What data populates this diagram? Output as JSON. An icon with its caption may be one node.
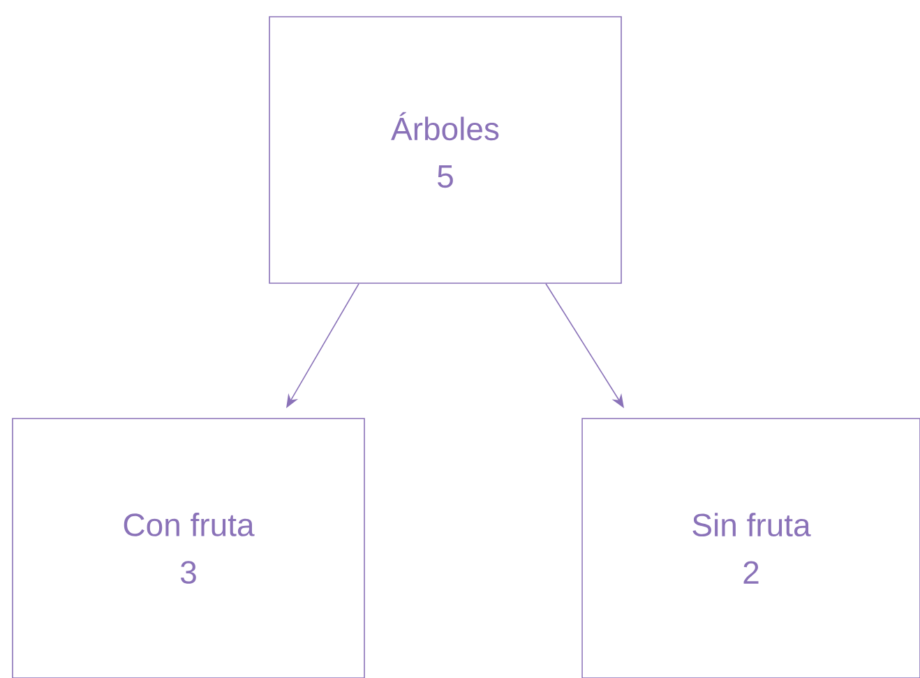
{
  "diagram": {
    "nodes": [
      {
        "text": [
          "Árboles",
          "5"
        ]
      },
      {
        "text": [
          "Con fruta",
          "3"
        ]
      },
      {
        "text": [
          "Sin fruta",
          "2"
        ]
      }
    ],
    "edges": [
      {
        "from": 0,
        "to": 1,
        "arrow": "to"
      },
      {
        "from": 0,
        "to": 2,
        "arrow": "to"
      }
    ]
  }
}
